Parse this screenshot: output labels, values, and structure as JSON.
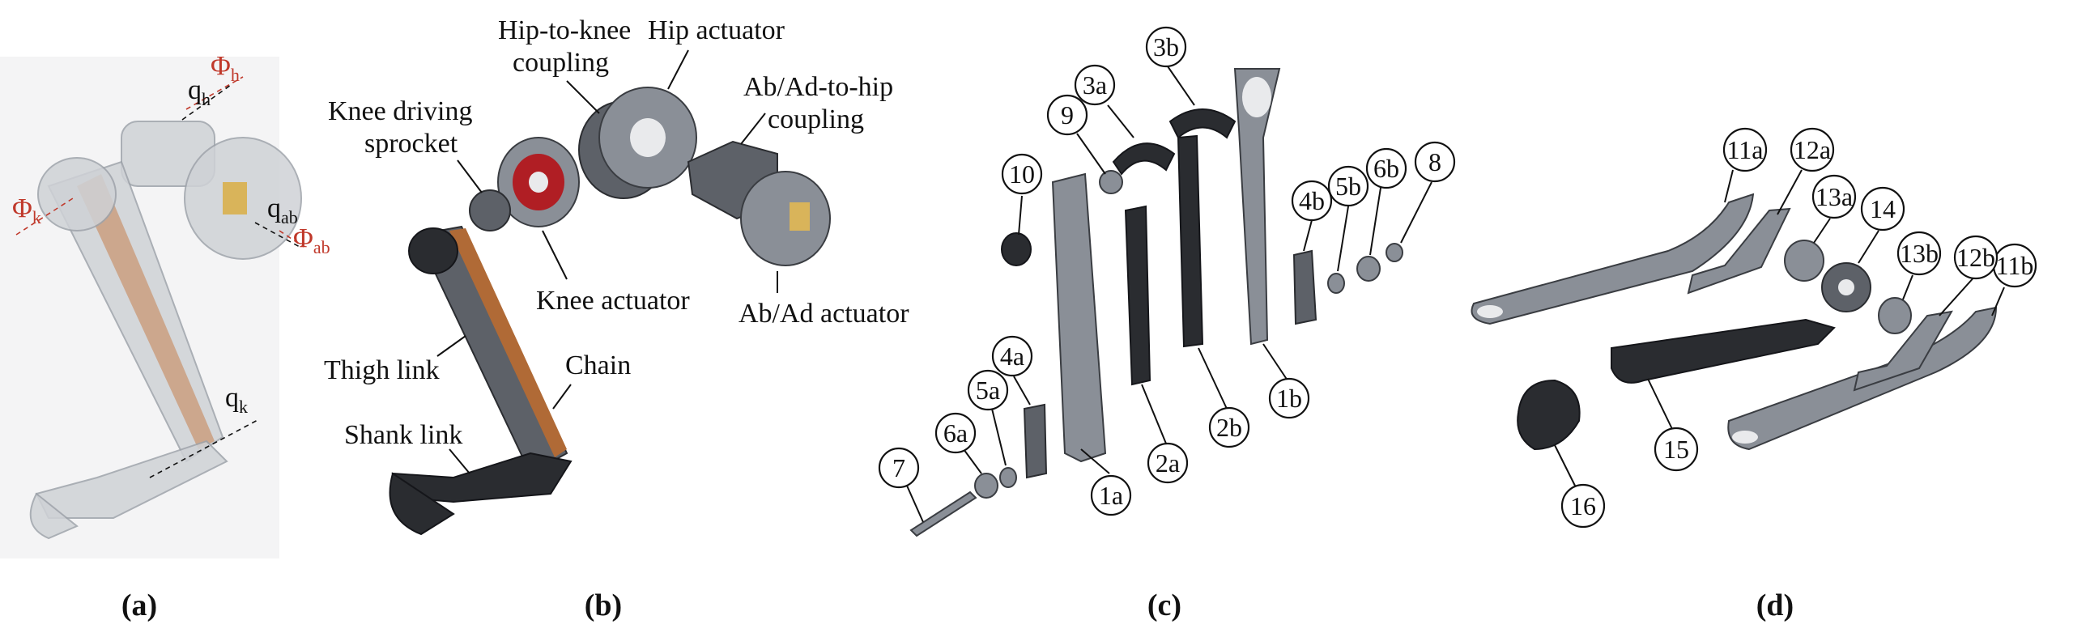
{
  "panel_a": {
    "caption": "(a)",
    "sym_phi_h": "Φ",
    "sub_h": "h",
    "sym_q": "q",
    "sub_ab": "ab",
    "sym_phi_k": "Φ",
    "sub_k": "k",
    "sym_phi_ab": "Φ"
  },
  "panel_b": {
    "caption": "(b)",
    "hip_to_knee_1": "Hip-to-knee",
    "hip_to_knee_2": "coupling",
    "hip_actuator": "Hip actuator",
    "abad_to_hip_1": "Ab/Ad-to-hip",
    "abad_to_hip_2": "coupling",
    "knee_driving_1": "Knee driving",
    "knee_driving_2": "sprocket",
    "knee_actuator": "Knee actuator",
    "abad_actuator": "Ab/Ad actuator",
    "thigh_link": "Thigh link",
    "chain": "Chain",
    "shank_link": "Shank link"
  },
  "panel_c": {
    "caption": "(c)",
    "parts": [
      "1a",
      "1b",
      "2a",
      "2b",
      "3a",
      "3b",
      "4a",
      "4b",
      "5a",
      "5b",
      "6a",
      "6b",
      "7",
      "8",
      "9",
      "10"
    ]
  },
  "panel_d": {
    "caption": "(d)",
    "parts": [
      "11a",
      "11b",
      "12a",
      "12b",
      "13a",
      "13b",
      "14",
      "15",
      "16"
    ]
  }
}
